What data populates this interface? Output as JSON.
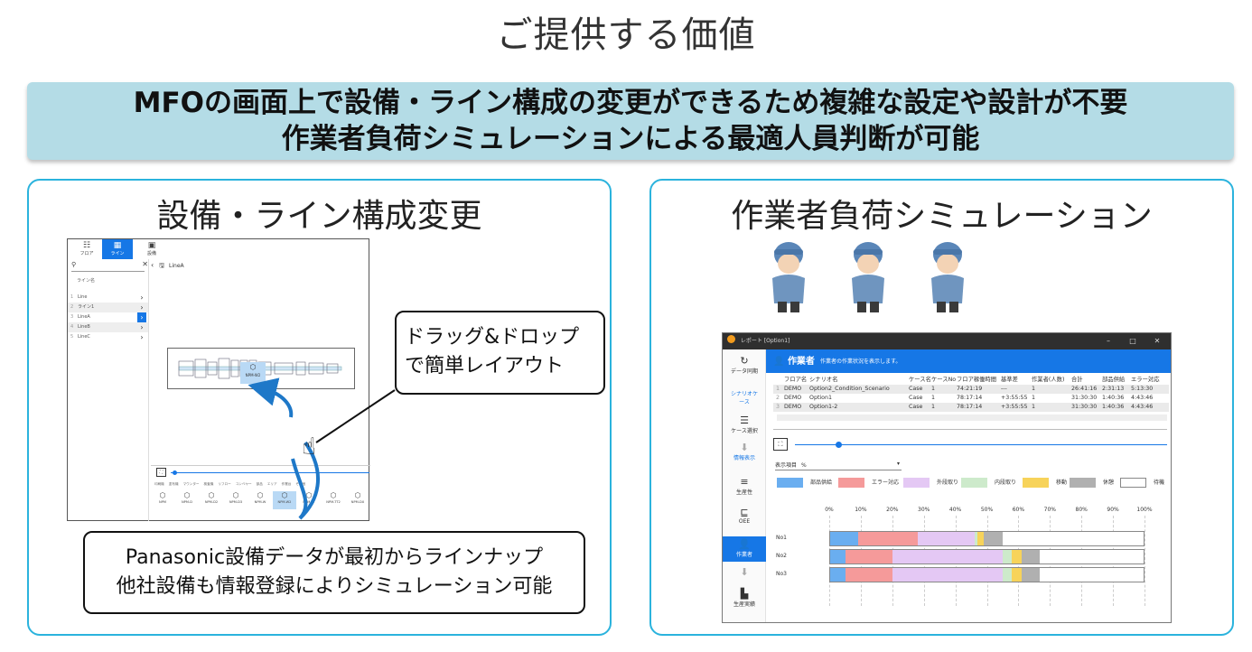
{
  "title": "ご提供する価値",
  "banner": {
    "line1": "MFOの画面上で設備・ライン構成の変更ができるため複雑な設定や設計が不要",
    "line2": "作業者負荷シミュレーションによる最適人員判断が可能"
  },
  "left_panel": {
    "title": "設備・ライン構成変更",
    "app": {
      "tabs": [
        {
          "label": "フロア",
          "icon": "floor-icon"
        },
        {
          "label": "ライン",
          "icon": "grid-icon"
        },
        {
          "label": "設備",
          "icon": "equipment-icon"
        }
      ],
      "column_header": "ライン名",
      "rows": [
        {
          "num": "1",
          "name": "Line"
        },
        {
          "num": "2",
          "name": "ライン1"
        },
        {
          "num": "3",
          "name": "LineA"
        },
        {
          "num": "4",
          "name": "LineB"
        },
        {
          "num": "5",
          "name": "LineC"
        }
      ],
      "header_line": "LineA",
      "categories": [
        "印刷機",
        "塗布機",
        "マウンター",
        "検査機",
        "リフロー",
        "コンベヤー",
        "部品",
        "エリア",
        "作業台",
        "その他"
      ],
      "parts": [
        "NPM",
        "NPM-D",
        "NPM-D2",
        "NPM-D3",
        "NPM-W",
        "NPM-W2",
        "NPM-TT",
        "NPM-TT2",
        "NPM-DX"
      ],
      "drag_item": "NPM-W2"
    },
    "callout_dnd": {
      "line1": "ドラッグ&ドロップ",
      "line2": "で簡単レイアウト"
    },
    "callout_bottom": {
      "line1": "Panasonic設備データが最初からラインナップ",
      "line2": "他社設備も情報登録によりシミュレーション可能"
    }
  },
  "right_panel": {
    "title": "作業者負荷シミュレーション",
    "report": {
      "window_title": "レポート [Option1]",
      "window_controls": [
        "–",
        "□",
        "✕"
      ],
      "nav": [
        {
          "label": "データ同期",
          "icon": "refresh-icon"
        },
        {
          "label": "シナリオケース",
          "icon": ""
        },
        {
          "label": "ケース選択",
          "icon": "checklist-icon"
        },
        {
          "label": "情報表示",
          "icon": "arrow-down-icon"
        },
        {
          "label": "生産性",
          "icon": "bars-icon"
        },
        {
          "label": "OEE",
          "icon": "chart-icon"
        },
        {
          "label": "作業者",
          "icon": "person-icon"
        },
        {
          "label": "生産実績",
          "icon": "bar-chart-icon"
        }
      ],
      "header_title": "作業者",
      "header_desc": "作業者の作業状況を表示します。",
      "table_headers": [
        "フロア名",
        "シナリオ名",
        "ケース名",
        "ケースNo",
        "フロア稼働時間",
        "基準差",
        "作業者(人数)",
        "合計",
        "部品供給",
        "エラー対応"
      ],
      "table_rows": [
        [
          "1",
          "DEMO",
          "Option2_Condition_Scenario",
          "Case",
          "1",
          "74:21:19",
          "---",
          "1",
          "26:41:16",
          "2:31:13",
          "5:13:30"
        ],
        [
          "2",
          "DEMO",
          "Option1",
          "Case",
          "1",
          "78:17:14",
          "+3:55:55",
          "1",
          "31:30:30",
          "1:40:36",
          "4:43:46"
        ],
        [
          "3",
          "DEMO",
          "Option1-2",
          "Case",
          "1",
          "78:17:14",
          "+3:55:55",
          "1",
          "31:30:30",
          "1:40:36",
          "4:43:46"
        ]
      ],
      "select_label": "表示項目",
      "select_value": "%",
      "legend": [
        {
          "label": "部品供給",
          "color": "#6aaef0"
        },
        {
          "label": "エラー対応",
          "color": "#f59a9a"
        },
        {
          "label": "外段取り",
          "color": "#e4c8f4"
        },
        {
          "label": "内段取り",
          "color": "#cdeacb"
        },
        {
          "label": "移動",
          "color": "#f7d35a"
        },
        {
          "label": "休憩",
          "color": "#b0b0b0"
        },
        {
          "label": "待機",
          "color": "#ffffff"
        }
      ]
    }
  },
  "chart_data": {
    "type": "bar",
    "orientation": "horizontal-stacked",
    "categories": [
      "No1",
      "No2",
      "No3"
    ],
    "x_ticks": [
      "0%",
      "10%",
      "20%",
      "30%",
      "40%",
      "50%",
      "60%",
      "70%",
      "80%",
      "90%",
      "100%"
    ],
    "xlim": [
      0,
      100
    ],
    "series": [
      {
        "name": "部品供給",
        "values": [
          9,
          5,
          5
        ]
      },
      {
        "name": "エラー対応",
        "values": [
          19,
          15,
          15
        ]
      },
      {
        "name": "外段取り",
        "values": [
          18,
          35,
          35
        ]
      },
      {
        "name": "内段取り",
        "values": [
          1,
          3,
          3
        ]
      },
      {
        "name": "移動",
        "values": [
          2,
          3,
          3
        ]
      },
      {
        "name": "休憩",
        "values": [
          6,
          6,
          6
        ]
      },
      {
        "name": "待機",
        "values": [
          45,
          33,
          33
        ]
      }
    ]
  }
}
